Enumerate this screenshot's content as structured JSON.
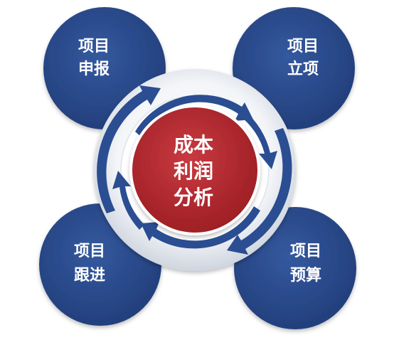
{
  "center": {
    "line1": "成本",
    "line2": "利润",
    "line3": "分析"
  },
  "nodes": [
    {
      "line1": "项目",
      "line2": "申报"
    },
    {
      "line1": "项目",
      "line2": "立项"
    },
    {
      "line1": "项目",
      "line2": "跟进"
    },
    {
      "line1": "项目",
      "line2": "预算"
    }
  ],
  "colors": {
    "node_blue": "#2b4d92",
    "center_red": "#b3252c",
    "arrow_blue": "#2b4d92",
    "ring_grey": "#dfe3ea"
  }
}
